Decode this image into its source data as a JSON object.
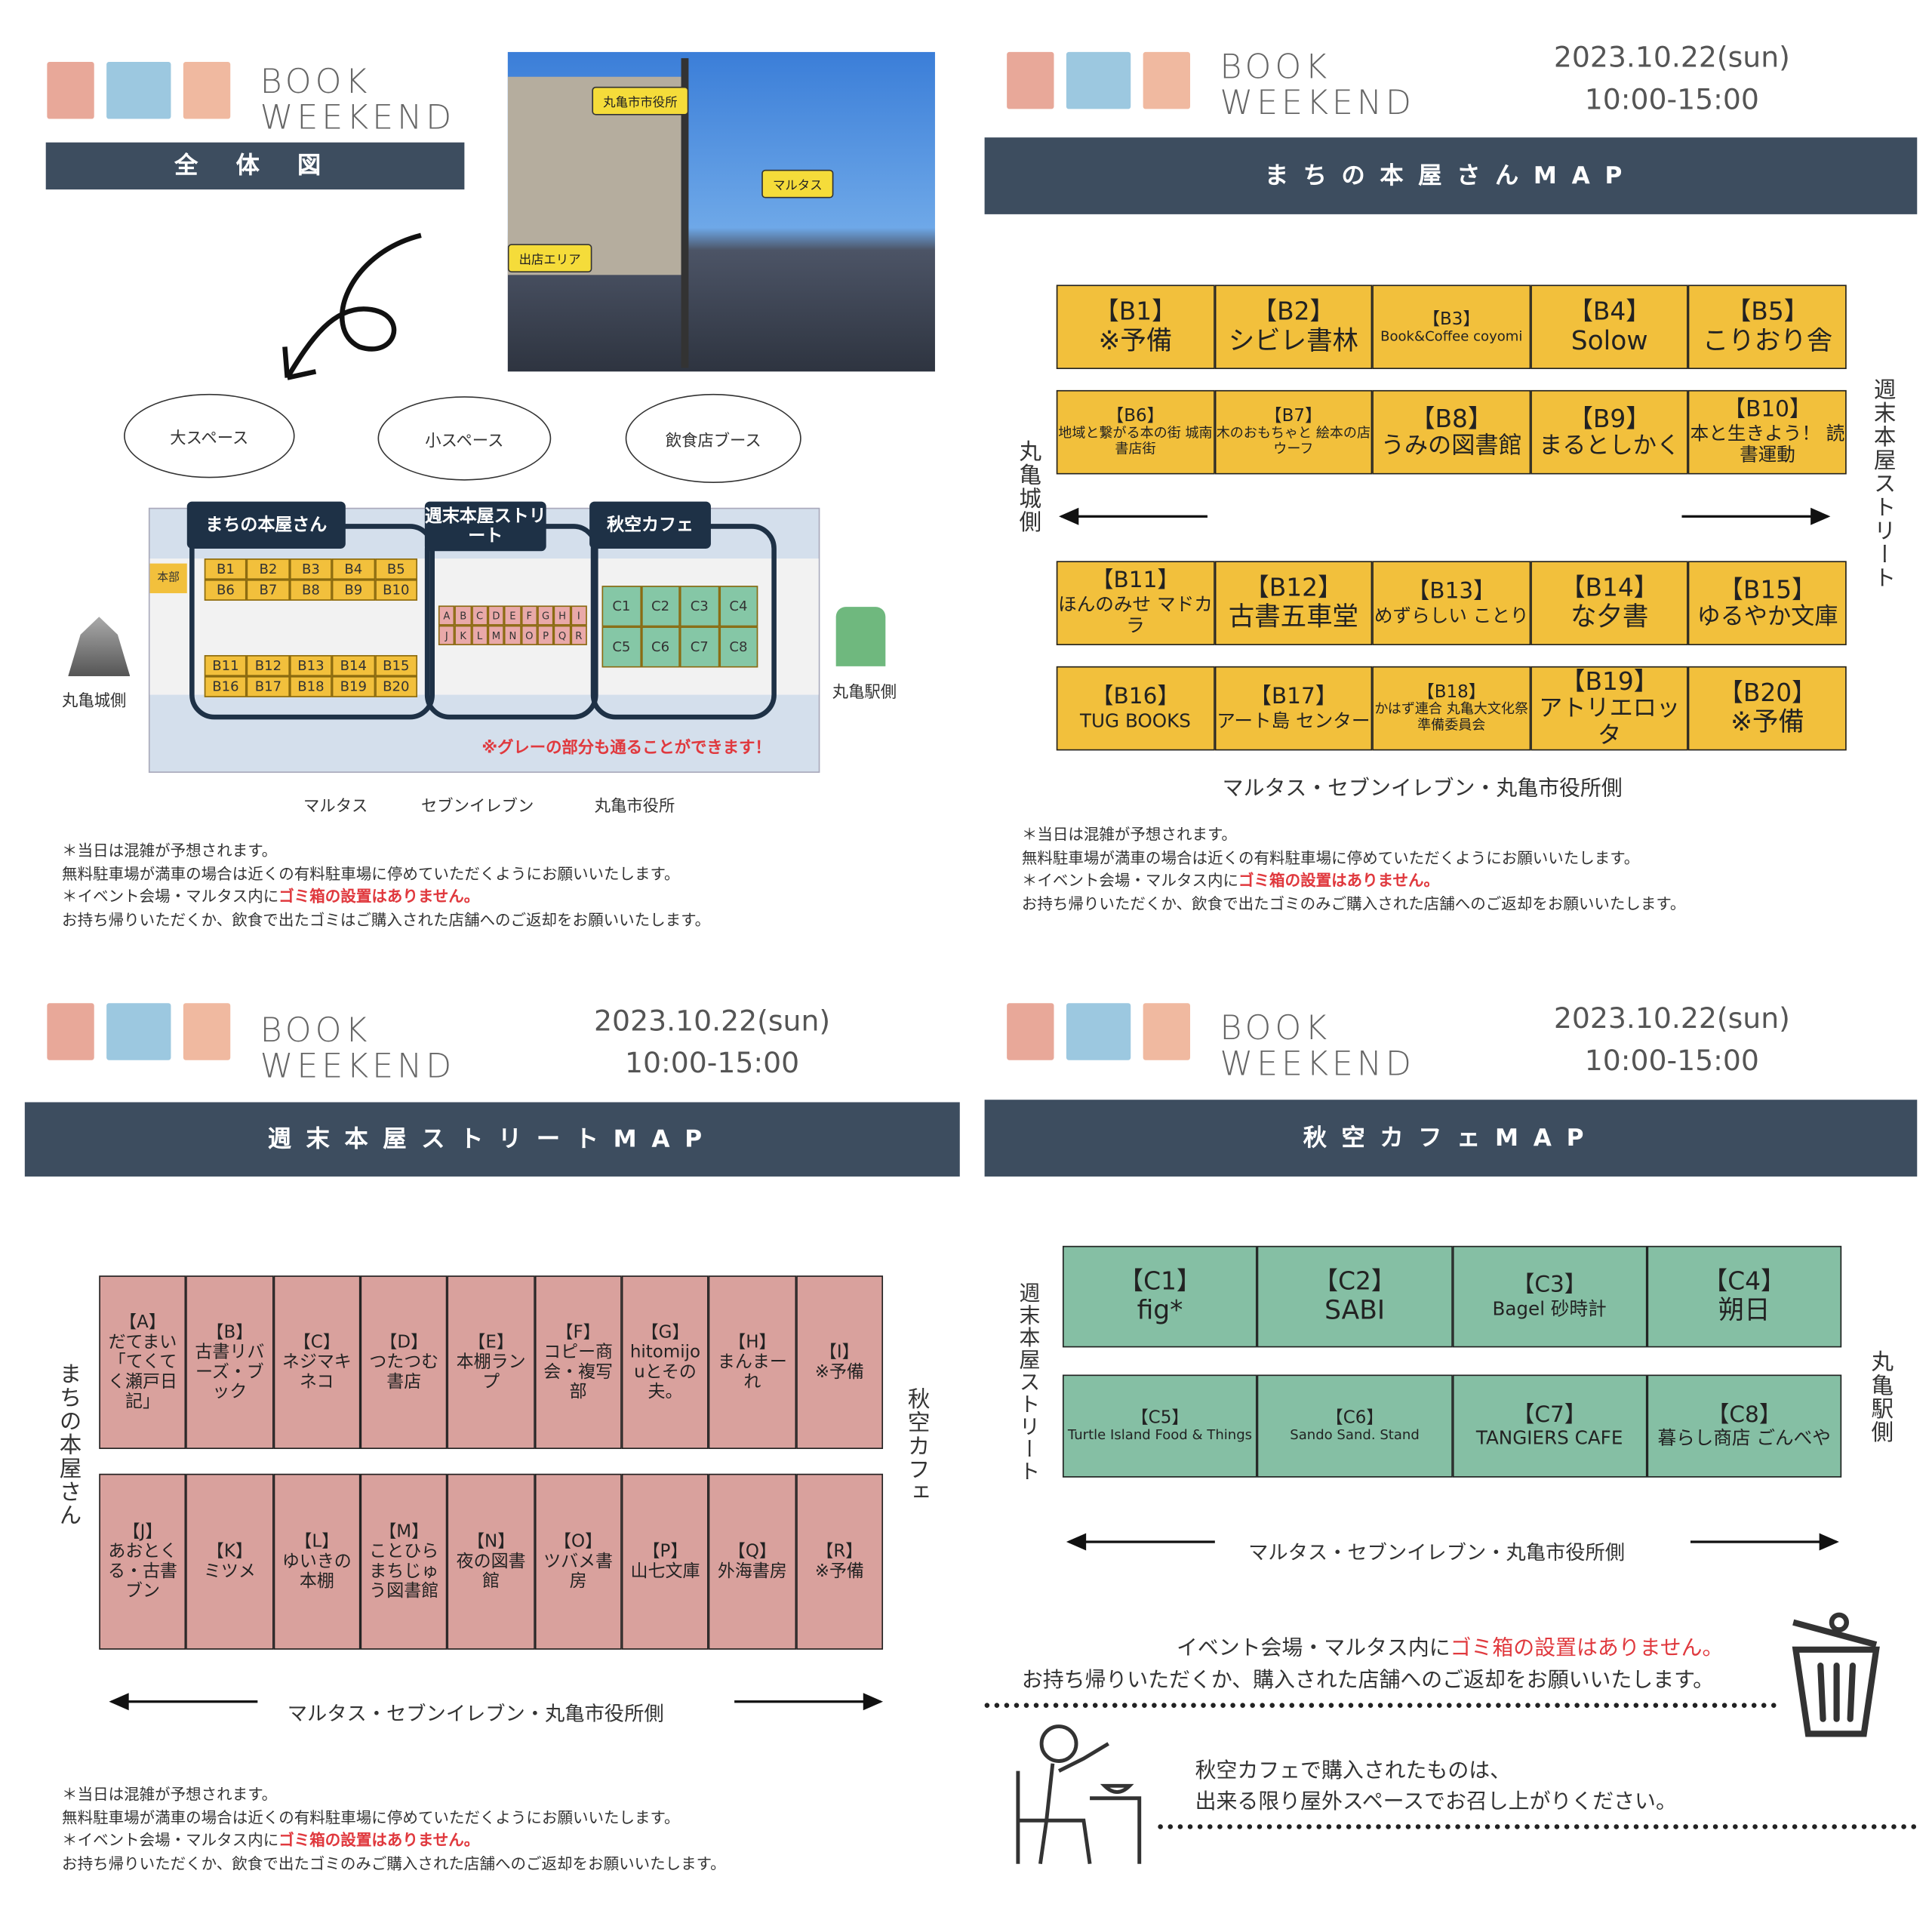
{
  "brand": {
    "line1": "BOOK",
    "line2": "WEEKEND"
  },
  "event": {
    "date": "2023.10.22(sun)",
    "time": "10:00-15:00"
  },
  "colors": {
    "navy": "#3d4d5f",
    "yellow": "#f2c03c",
    "pink": "#d9a19d",
    "green": "#85bfa4",
    "red": "#e0393e"
  },
  "overview": {
    "title": "全 体 図",
    "photo_tags": [
      "丸亀市市役所",
      "マルタス",
      "出店エリア"
    ],
    "clouds": [
      "大スペース",
      "小スペース",
      "飲食店ブース"
    ],
    "sections": [
      "まちの本屋さん",
      "週末本屋ストリート",
      "秋空カフェ"
    ],
    "hq": "本部",
    "b_cells": [
      "B1",
      "B2",
      "B3",
      "B4",
      "B5",
      "B6",
      "B7",
      "B8",
      "B9",
      "B10",
      "B11",
      "B12",
      "B13",
      "B14",
      "B15",
      "B16",
      "B17",
      "B18",
      "B19",
      "B20"
    ],
    "street_cells": [
      "A",
      "B",
      "C",
      "D",
      "E",
      "F",
      "G",
      "H",
      "I",
      "J",
      "K",
      "L",
      "M",
      "N",
      "O",
      "P",
      "Q",
      "R"
    ],
    "c_cells": [
      "C1",
      "C2",
      "C3",
      "C4",
      "C5",
      "C6",
      "C7",
      "C8"
    ],
    "left_label": "丸亀城側",
    "right_label": "丸亀駅側",
    "gray_note": "※グレーの部分も通ることができます！",
    "landmarks": [
      "マルタス",
      "セブンイレブン",
      "丸亀市役所"
    ],
    "notes": [
      "＊当日は混雑が予想されます。",
      "無料駐車場が満車の場合は近くの有料駐車場に停めていただくようにお願いいたします。",
      "＊イベント会場・マルタス内に",
      "ゴミ箱の設置はありません。",
      "お持ち帰りいただくか、飲食で出たゴミはご購入された店舗へのご返却をお願いいたします。"
    ]
  },
  "machi_map": {
    "title": "まちの本屋さんMAP",
    "left_label": "丸亀城側",
    "right_label": "週末本屋ストリート",
    "bottom_label": "マルタス・セブンイレブン・丸亀市役所側",
    "booths": [
      {
        "id": "【B1】",
        "name": "※予備"
      },
      {
        "id": "【B2】",
        "name": "シビレ書林"
      },
      {
        "id": "【B3】",
        "name": "Book&Coffee coyomi"
      },
      {
        "id": "【B4】",
        "name": "Solow"
      },
      {
        "id": "【B5】",
        "name": "こりおり舎"
      },
      {
        "id": "【B6】",
        "name": "地域と繋がる本の街 城南書店街"
      },
      {
        "id": "【B7】",
        "name": "木のおもちゃと 絵本の店 ウーフ"
      },
      {
        "id": "【B8】",
        "name": "うみの図書館"
      },
      {
        "id": "【B9】",
        "name": "まるとしかく"
      },
      {
        "id": "【B10】",
        "name": "本と生きよう！ 読書運動"
      },
      {
        "id": "【B11】",
        "name": "ほんのみせ マドカラ"
      },
      {
        "id": "【B12】",
        "name": "古書五車堂"
      },
      {
        "id": "【B13】",
        "name": "めずらしい ことり"
      },
      {
        "id": "【B14】",
        "name": "な夕書"
      },
      {
        "id": "【B15】",
        "name": "ゆるやか文庫"
      },
      {
        "id": "【B16】",
        "name": "TUG BOOKS"
      },
      {
        "id": "【B17】",
        "name": "アート島 センター"
      },
      {
        "id": "【B18】",
        "name": "かはず連合 丸亀大文化祭 準備委員会"
      },
      {
        "id": "【B19】",
        "name": "アトリエロッタ"
      },
      {
        "id": "【B20】",
        "name": "※予備"
      }
    ],
    "notes": [
      "＊当日は混雑が予想されます。",
      "無料駐車場が満車の場合は近くの有料駐車場に停めていただくようにお願いいたします。",
      "＊イベント会場・マルタス内に",
      "ゴミ箱の設置はありません。",
      "お持ち帰りいただくか、飲食で出たゴミのみご購入された店舗へのご返却をお願いいたします。"
    ]
  },
  "street_map": {
    "title": "週末本屋ストリートMAP",
    "left_label": "まちの本屋さん",
    "right_label": "秋空カフェ",
    "bottom_label": "マルタス・セブンイレブン・丸亀市役所側",
    "booths": [
      {
        "id": "【A】",
        "name": "だてまい「てくてく瀬戸日記」"
      },
      {
        "id": "【B】",
        "name": "古書リバーズ・ブック"
      },
      {
        "id": "【C】",
        "name": "ネジマキネコ"
      },
      {
        "id": "【D】",
        "name": "つたつむ書店"
      },
      {
        "id": "【E】",
        "name": "本棚ランプ"
      },
      {
        "id": "【F】",
        "name": "コピー商会・複写部"
      },
      {
        "id": "【G】",
        "name": "hitomijouとその夫。"
      },
      {
        "id": "【H】",
        "name": "まんまーれ"
      },
      {
        "id": "【I】",
        "name": "※予備"
      },
      {
        "id": "【J】",
        "name": "あおとくる・古書ブン"
      },
      {
        "id": "【K】",
        "name": "ミツメ"
      },
      {
        "id": "【L】",
        "name": "ゆいきの本棚"
      },
      {
        "id": "【M】",
        "name": "ことひらまちじゅう図書館"
      },
      {
        "id": "【N】",
        "name": "夜の図書館"
      },
      {
        "id": "【O】",
        "name": "ツバメ書房"
      },
      {
        "id": "【P】",
        "name": "山七文庫"
      },
      {
        "id": "【Q】",
        "name": "外海書房"
      },
      {
        "id": "【R】",
        "name": "※予備"
      }
    ],
    "notes": [
      "＊当日は混雑が予想されます。",
      "無料駐車場が満車の場合は近くの有料駐車場に停めていただくようにお願いいたします。",
      "＊イベント会場・マルタス内に",
      "ゴミ箱の設置はありません。",
      "お持ち帰りいただくか、飲食で出たゴミのみご購入された店舗へのご返却をお願いいたします。"
    ]
  },
  "cafe_map": {
    "title": "秋空カフェMAP",
    "left_label": "週末本屋ストリート",
    "right_label": "丸亀駅側",
    "bottom_label": "マルタス・セブンイレブン・丸亀市役所側",
    "booths": [
      {
        "id": "【C1】",
        "name": "fig*"
      },
      {
        "id": "【C2】",
        "name": "SABI"
      },
      {
        "id": "【C3】",
        "name": "Bagel 砂時計"
      },
      {
        "id": "【C4】",
        "name": "朔日"
      },
      {
        "id": "【C5】",
        "name": "Turtle Island Food & Things"
      },
      {
        "id": "【C6】",
        "name": "Sando Sand. Stand"
      },
      {
        "id": "【C7】",
        "name": "TANGIERS CAFE"
      },
      {
        "id": "【C8】",
        "name": "暮らし商店 ごんべや"
      }
    ],
    "trash_line1_a": "イベント会場・マルタス内に",
    "trash_line1_b": "ゴミ箱の設置はありません。",
    "trash_line2": "お持ち帰りいただくか、購入された店舗へのご返却をお願いいたします。",
    "eat_line1": "秋空カフェで購入されたものは、",
    "eat_line2": "出来る限り屋外スペースでお召し上がりください。"
  }
}
